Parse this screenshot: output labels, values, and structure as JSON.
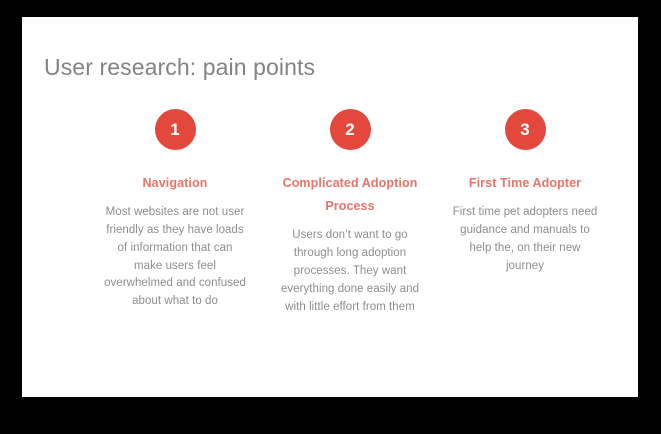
{
  "slide": {
    "title": "User research: pain points",
    "background_color": "#ffffff",
    "frame_color": "#000000",
    "title_color": "#838383",
    "accent_color": "#e4473b",
    "heading_color": "#e8736a",
    "body_color": "#8d8d8d"
  },
  "columns": [
    {
      "badge": "1",
      "heading": "Navigation",
      "body": "Most websites are not user friendly as they have loads of information that can make users feel overwhelmed and confused about what to do"
    },
    {
      "badge": "2",
      "heading": "Complicated Adoption Process",
      "body": "Users don’t want to go through long adoption processes. They want everything done easily and with little effort from them"
    },
    {
      "badge": "3",
      "heading": "First Time Adopter",
      "body": "First time pet adopters need guidance and manuals to help the, on their new journey"
    }
  ]
}
